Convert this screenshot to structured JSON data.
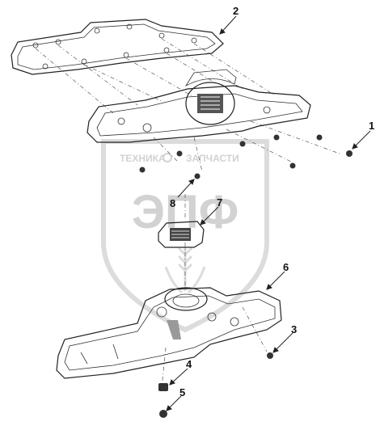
{
  "watermark": {
    "line1_left": "ТЕХНИКА",
    "line1_right": "ЗАПЧАСТИ",
    "big": "ЭПФ"
  },
  "callouts": [
    {
      "id": "1",
      "label": "1"
    },
    {
      "id": "2",
      "label": "2"
    },
    {
      "id": "3",
      "label": "3"
    },
    {
      "id": "4",
      "label": "4"
    },
    {
      "id": "5",
      "label": "5"
    },
    {
      "id": "6",
      "label": "6"
    },
    {
      "id": "7",
      "label": "7"
    },
    {
      "id": "8",
      "label": "8"
    }
  ],
  "colors": {
    "ink": "#222222",
    "watermark": "#d2d2d2",
    "shading": "#9a9a9a"
  }
}
